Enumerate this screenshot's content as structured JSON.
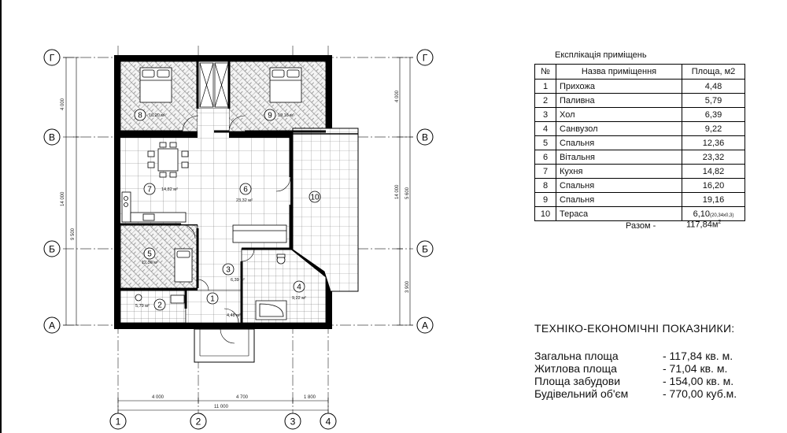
{
  "axes": {
    "horizontal": [
      "Г",
      "В",
      "Б",
      "А"
    ],
    "vertical": [
      "1",
      "2",
      "3",
      "4"
    ]
  },
  "dimensions": {
    "left_outer": "14 000",
    "left_top": "4 000",
    "left_bottom": "9 500",
    "right_outer": "14 000",
    "right_top": "4 000",
    "right_mid": "5 600",
    "right_bottom": "3 900",
    "bottom_1": "4 000",
    "bottom_2": "4 700",
    "bottom_3": "1 800",
    "bottom_total": "11 000"
  },
  "room_labels": [
    {
      "no": "8",
      "area": "16,20 м²"
    },
    {
      "no": "9",
      "area": "19,16 м²"
    },
    {
      "no": "7",
      "area": "14,82 м²"
    },
    {
      "no": "6",
      "area": "23,32 м²"
    },
    {
      "no": "10",
      "area": ""
    },
    {
      "no": "5",
      "area": "12,36 м²"
    },
    {
      "no": "3",
      "area": "6,39 м²"
    },
    {
      "no": "4",
      "area": "9,22 м²"
    },
    {
      "no": "2",
      "area": "5,79 м²"
    },
    {
      "no": "1",
      "area": "4,48 м²"
    }
  ],
  "explication": {
    "title": "Експлікація приміщень",
    "headers": {
      "no": "№",
      "name": "Назва приміщення",
      "area": "Площа, м2"
    },
    "rows": [
      {
        "no": "1",
        "name": "Прихожа",
        "area": "4,48",
        "note": ""
      },
      {
        "no": "2",
        "name": "Паливна",
        "area": "5,79",
        "note": ""
      },
      {
        "no": "3",
        "name": "Хол",
        "area": "6,39",
        "note": ""
      },
      {
        "no": "4",
        "name": "Санвузол",
        "area": "9,22",
        "note": ""
      },
      {
        "no": "5",
        "name": "Спальня",
        "area": "12,36",
        "note": ""
      },
      {
        "no": "6",
        "name": "Вітальня",
        "area": "23,32",
        "note": ""
      },
      {
        "no": "7",
        "name": "Кухня",
        "area": "14,82",
        "note": ""
      },
      {
        "no": "8",
        "name": "Спальня",
        "area": "16,20",
        "note": ""
      },
      {
        "no": "9",
        "name": "Спальня",
        "area": "19,16",
        "note": ""
      },
      {
        "no": "10",
        "name": "Тераса",
        "area": "6,10",
        "note": "(20,34х0,3)"
      }
    ],
    "total_label": "Разом -",
    "total_value": "117,84м",
    "total_sup": "2"
  },
  "indicators": {
    "title": "ТЕХНІКО-ЕКОНОМІЧНІ ПОКАЗНИКИ:",
    "rows": [
      {
        "label": "Загальна площа",
        "value": "- 117,84 кв. м."
      },
      {
        "label": "Житлова площа",
        "value": "- 71,04 кв. м."
      },
      {
        "label": "Площа забудови",
        "value": "- 154,00 кв. м."
      },
      {
        "label": "Будівельний об'єм",
        "value": "- 770,00 куб.м."
      }
    ]
  }
}
